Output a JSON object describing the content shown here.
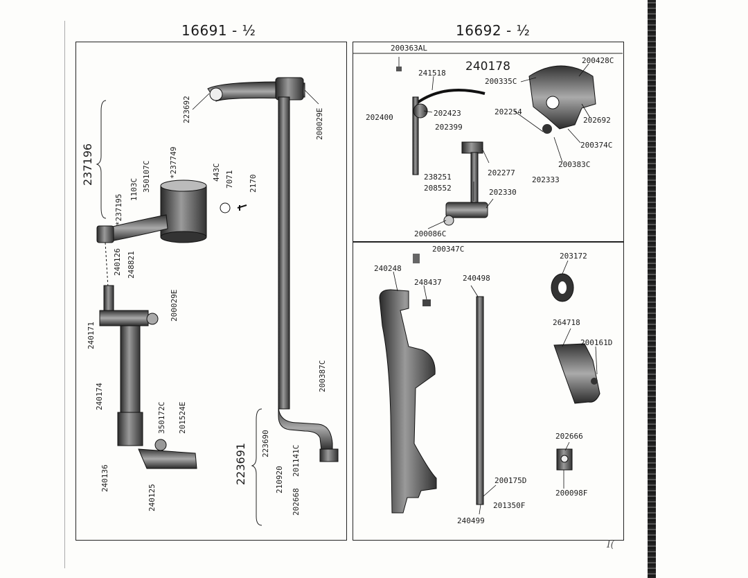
{
  "headings": {
    "left": "16691 - ½",
    "right": "16692 - ½"
  },
  "left_panel": {
    "assembly_top": "237196",
    "assembly_bottom": "223691",
    "labels": {
      "a237195": "*237195",
      "a1103c": "1103C",
      "a350107c": "350107C",
      "a237749": "*237749",
      "a443c": "443C",
      "a7071": "7071",
      "a2170": "2170",
      "a223692": "223692",
      "a200029e_top": "200029E",
      "a240126": "240126",
      "a248821": "248821",
      "a200029e_mid": "200029E",
      "a240171": "240171",
      "a240174": "240174",
      "a350172c": "350172C",
      "a201524e": "201524E",
      "a240136": "240136",
      "a240125": "240125",
      "a200387c": "200387C",
      "a223690": "223690",
      "a210920": "210920",
      "a201141c": "201141C",
      "a202668": "202668"
    }
  },
  "right_top_panel": {
    "assembly": "240178",
    "labels": {
      "a200363al": "200363AL",
      "a241518": "241518",
      "a200335c": "200335C",
      "a200428c": "200428C",
      "a202400": "202400",
      "a202423": "202423",
      "a202254": "202254",
      "a202692": "202692",
      "a202399": "202399",
      "a200374c": "200374C",
      "a200383c": "200383C",
      "a202277": "202277",
      "a202333": "202333",
      "a238251": "238251",
      "a208552": "208552",
      "a202330": "202330",
      "a200086c": "200086C"
    }
  },
  "right_bottom_panel": {
    "labels": {
      "a200347c": "200347C",
      "a240248": "240248",
      "a248437": "248437",
      "a240498": "240498",
      "a203172": "203172",
      "a264718": "264718",
      "a200161d": "200161D",
      "a202666": "202666",
      "a200175d": "200175D",
      "a201350f": "201350F",
      "a200098f": "200098F",
      "a240499": "240499"
    }
  },
  "page_mark": "I("
}
